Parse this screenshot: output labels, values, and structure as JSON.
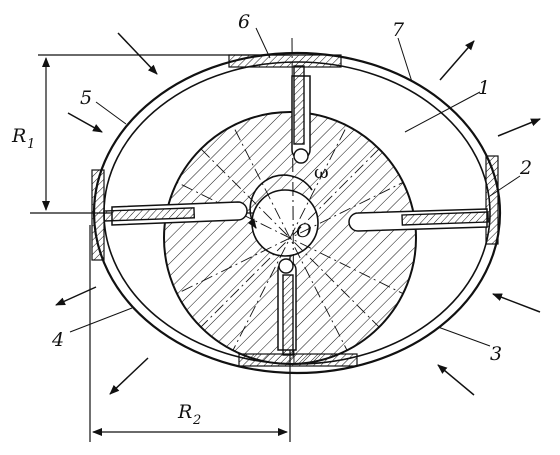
{
  "labels": {
    "n1": "1",
    "n2": "2",
    "n3": "3",
    "n4": "4",
    "n5": "5",
    "n6": "6",
    "n7": "7",
    "center": "O",
    "omega": "ω",
    "r1_main": "R",
    "r1_sub": "1",
    "r2_main": "R",
    "r2_sub": "2"
  },
  "colors": {
    "ink": "#111111",
    "background": "#ffffff"
  }
}
